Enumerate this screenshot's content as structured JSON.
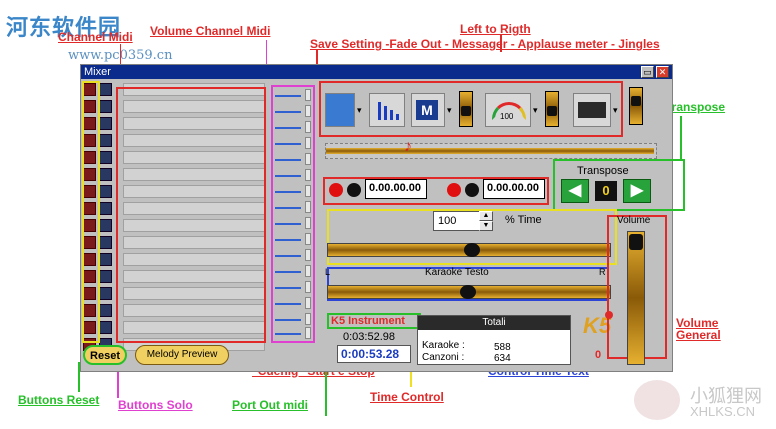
{
  "watermark": {
    "logo": "河东软件园",
    "url": "www.pc0359.cn",
    "right_cn": "小狐狸网",
    "right_en": "XHLKS.CN"
  },
  "annotations": {
    "channel_midi": "Channel Midi",
    "volume_channel_midi": "Volume Channel Midi",
    "left_to_right": "Left to Rigth",
    "save_setting": "Save Setting -Fade Out - Messager - Applause meter - Jingles",
    "transpose": "Transpose",
    "volume_general_1": "Volume",
    "volume_general_2": "General",
    "buttons_reset": "Buttons Reset",
    "buttons_solo": "Buttons Solo",
    "port_out_midi": "Port Out midi",
    "cuenig": "\"Cuenig\" Start e Stop",
    "time_control": "Time Control",
    "control_time_text": "Control Time Text"
  },
  "window": {
    "title": "Mixer",
    "minimize": "▭",
    "close": "✕"
  },
  "toolbar": {
    "mini_text": "100"
  },
  "time": {
    "field1": "0.00.00.00",
    "field2": "0.00.00.00"
  },
  "transpose": {
    "title": "Transpose",
    "value": "0"
  },
  "tempo": {
    "value": "100",
    "unit": "% Time"
  },
  "karaoke": {
    "label": "Karaoke Testo",
    "left_mark": "L",
    "right_mark": "R"
  },
  "instrument": {
    "title": "K5 Instrument",
    "elapsed": "0:03:52.98",
    "remaining": "0:00:53.28"
  },
  "totali": {
    "title": "Totali",
    "karaoke_label": "Karaoke :",
    "karaoke_val": "588",
    "canzoni_label": "Canzoni :",
    "canzoni_val": "634"
  },
  "volume": {
    "label": "Volume",
    "value": "0"
  },
  "buttons": {
    "reset": "Reset",
    "melody": "Melody Preview"
  },
  "logo": {
    "text": "K5"
  },
  "colors": {
    "accent_red": "#e02a2a",
    "accent_green": "#27c02a",
    "accent_blue": "#2c44d6",
    "accent_pink": "#e040d0",
    "title_bar": "#0a2a8c"
  }
}
